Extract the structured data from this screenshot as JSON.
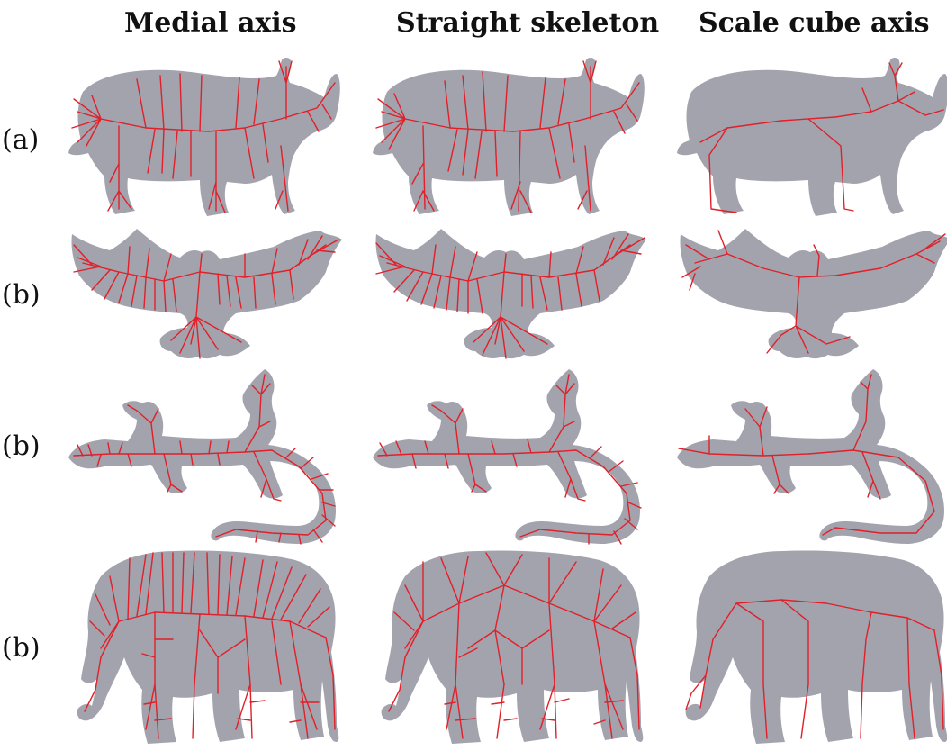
{
  "columns": [
    "Medial axis",
    "Straight skeleton",
    "Scale cube axis"
  ],
  "rows": [
    "(a)",
    "(b)",
    "(b)",
    "(b)"
  ],
  "shapes": [
    "rhinoceros",
    "eagle",
    "lizard",
    "elephant"
  ],
  "colors": {
    "shape_fill": "#a3a3ad",
    "skeleton_line": "#e0202a",
    "background": "#ffffff"
  }
}
